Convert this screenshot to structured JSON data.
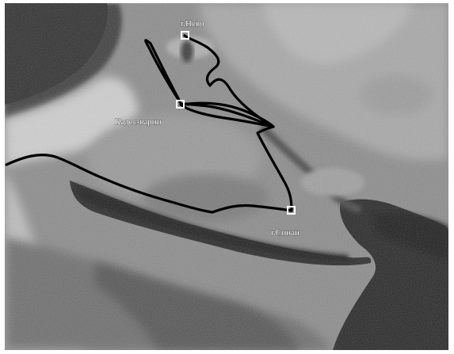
{
  "map": {
    "type": "satellite-photo",
    "palette": "grayscale",
    "places": [
      {
        "id": "nevo",
        "label": "г.Нево"
      },
      {
        "id": "kadesh",
        "label": "Кадес-варни"
      },
      {
        "id": "sinai",
        "label": "г.Синай"
      }
    ],
    "route": {
      "color": "#000000",
      "style": "solid"
    },
    "markers": {
      "shape": "square",
      "color": "#ffffff"
    }
  }
}
